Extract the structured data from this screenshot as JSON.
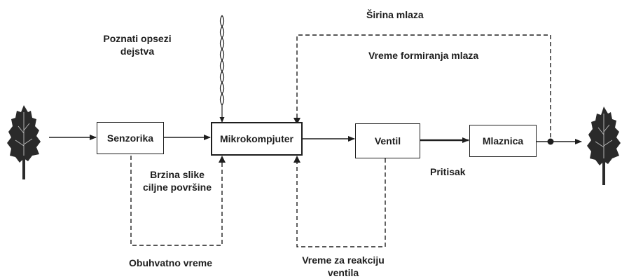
{
  "boxes": {
    "sensor": "Senzorika",
    "computer": "Mikrokompjuter",
    "valve": "Ventil",
    "nozzle": "Mlaznica"
  },
  "labels": {
    "jet_width": "Širina mlaza",
    "known_ranges_1": "Poznati opsezi",
    "known_ranges_2": "dejstva",
    "jet_formation_time": "Vreme formiranja mlaza",
    "image_speed_1": "Brzina slike",
    "image_speed_2": "ciljne površine",
    "pressure": "Pritisak",
    "coverage_time": "Obuhvatno vreme",
    "valve_reaction_1": "Vreme za reakciju",
    "valve_reaction_2": "ventila"
  },
  "icons": {
    "left_tree": "tree-icon",
    "right_tree": "tree-icon",
    "wavy_input": "wavy-signal-icon"
  },
  "colors": {
    "ink": "#1e1e1e",
    "background": "#ffffff"
  }
}
